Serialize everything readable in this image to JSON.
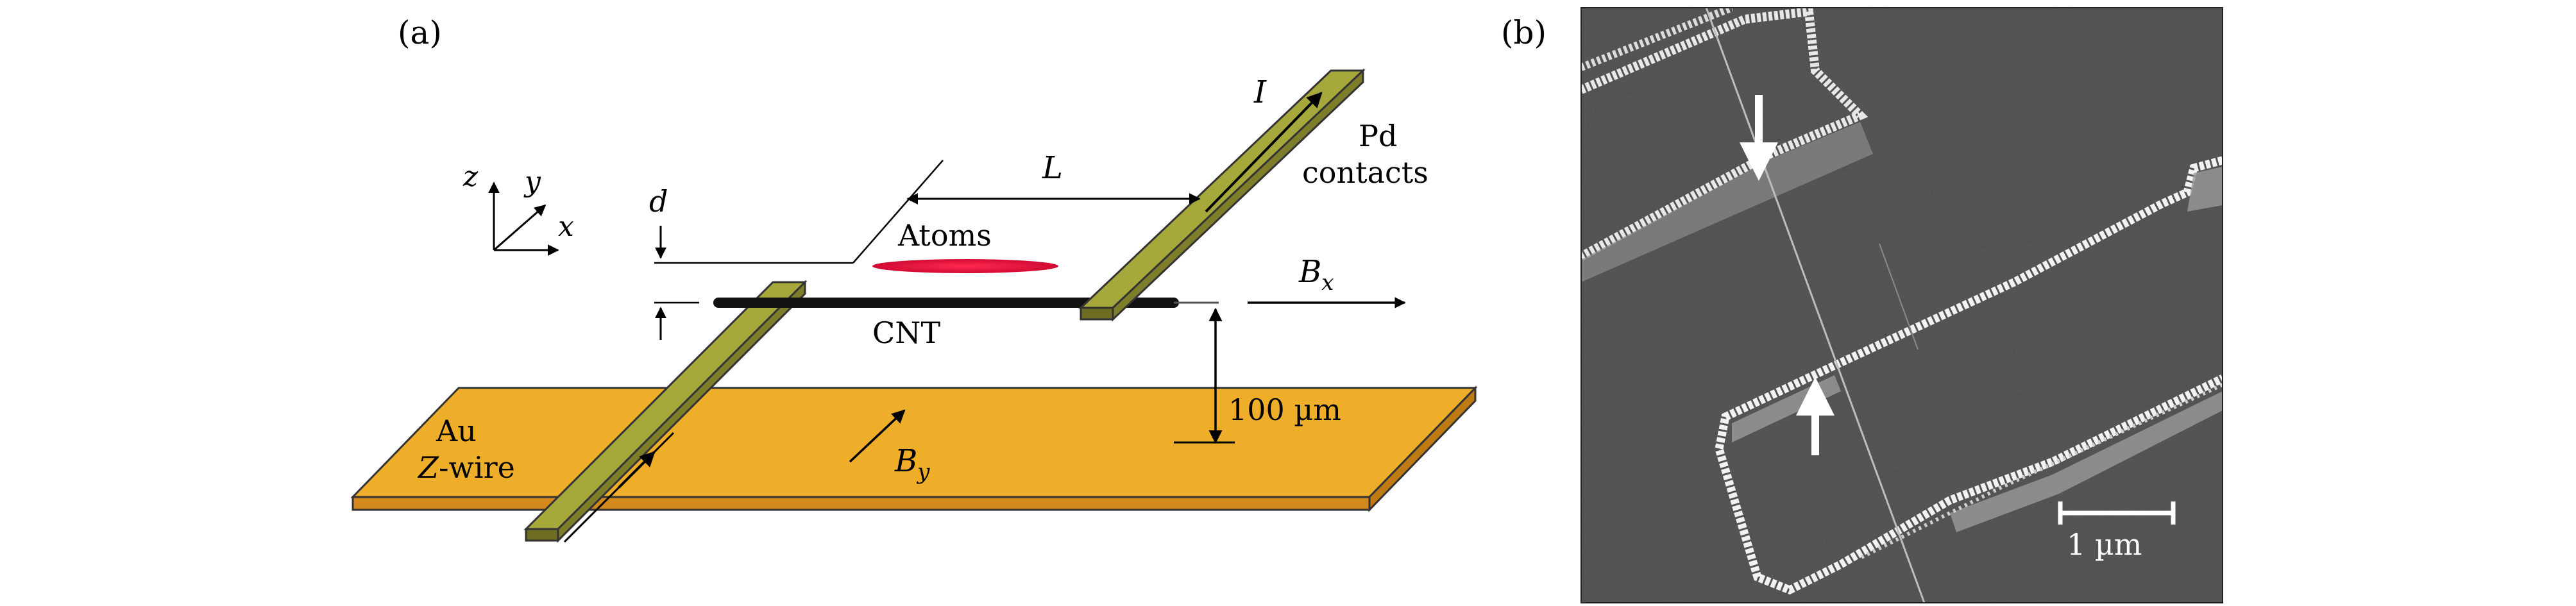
{
  "panel_a": {
    "label": "(a)",
    "axes": {
      "z": "z",
      "y": "y",
      "x": "x"
    },
    "d_label": "d",
    "L_label": "L",
    "I_label": "I",
    "pd_line1": "Pd",
    "pd_line2": "contacts",
    "atoms_label": "Atoms",
    "cnt_label": "CNT",
    "bx_main": "B",
    "bx_sub": "x",
    "by_main": "B",
    "by_sub": "y",
    "au_line1": "Au",
    "z_italic": "Z",
    "z_rest": "-wire",
    "height_label": "100 µm",
    "colors": {
      "au_wire_top": "#efae2a",
      "au_wire_side": "#d3891c",
      "pd_contact_top": "#a7a83c",
      "pd_contact_side": "#6d6c22",
      "atoms": "#e0103a",
      "cnt": "#111111"
    }
  },
  "panel_b": {
    "label": "(b)",
    "scale_label": "1 µm"
  }
}
